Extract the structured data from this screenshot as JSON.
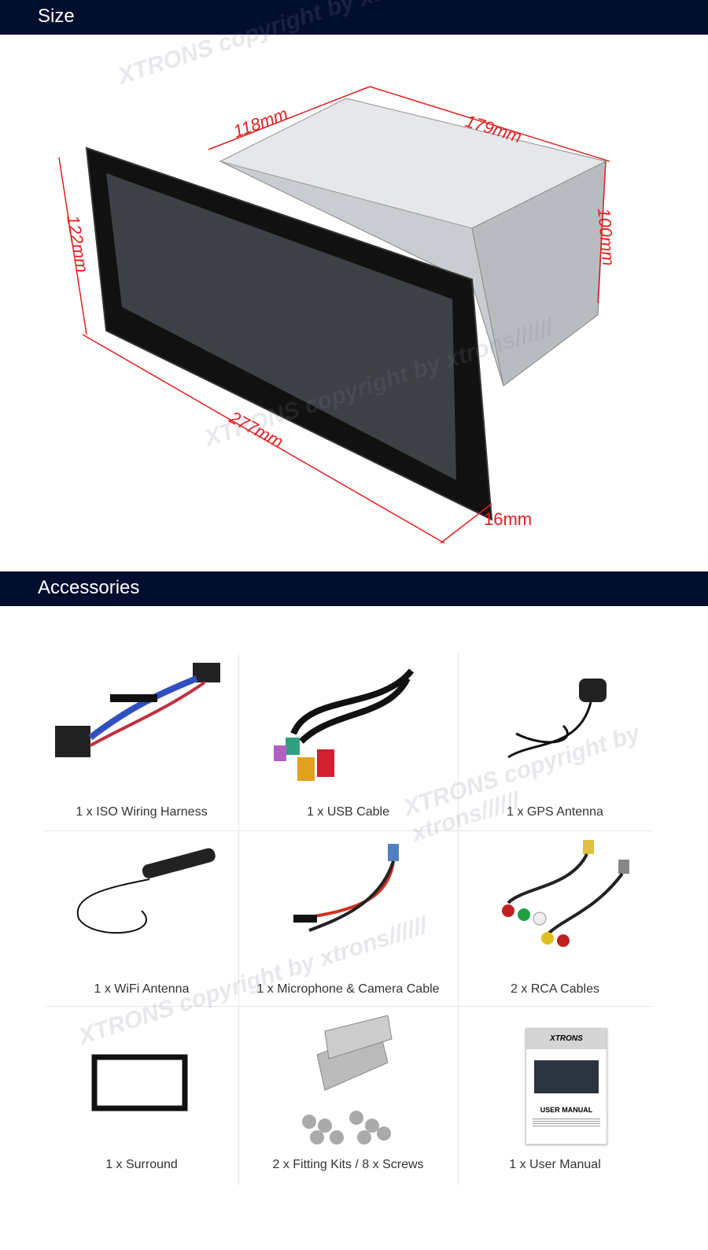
{
  "sections": {
    "size": "Size",
    "accessories": "Accessories"
  },
  "dimensions": {
    "depth": "118mm",
    "width_top": "179mm",
    "height_back": "100mm",
    "height_front": "122mm",
    "width_front": "277mm",
    "thickness": "16mm"
  },
  "watermark": "XTRONS copyright by xtrons//////",
  "accessories": [
    {
      "label": "1 x ISO Wiring Harness",
      "icon": "wiring-harness"
    },
    {
      "label": "1 x USB Cable",
      "icon": "usb-cable"
    },
    {
      "label": "1 x GPS Antenna",
      "icon": "gps-antenna"
    },
    {
      "label": "1 x WiFi Antenna",
      "icon": "wifi-antenna"
    },
    {
      "label": "1 x Microphone & Camera Cable",
      "icon": "mic-camera-cable"
    },
    {
      "label": "2 x RCA Cables",
      "icon": "rca-cables"
    },
    {
      "label": "1 x Surround",
      "icon": "surround-frame"
    },
    {
      "label": "2 x Fitting Kits / 8 x Screws",
      "icon": "fitting-kits"
    },
    {
      "label": "1 x User Manual",
      "icon": "user-manual"
    }
  ],
  "manual": {
    "brand": "XTRONS",
    "title": "USER MANUAL"
  }
}
